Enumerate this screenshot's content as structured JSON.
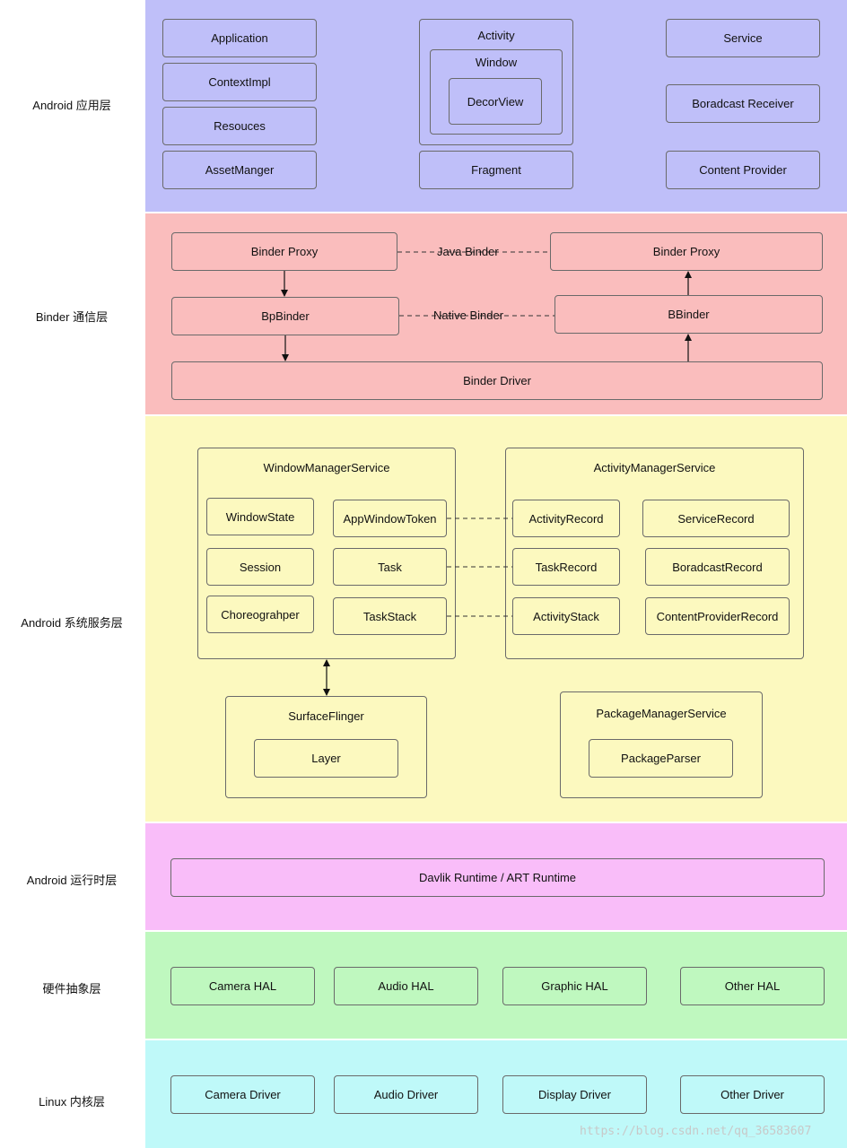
{
  "colors": {
    "app_layer": "#bfbff9",
    "binder_layer": "#fabdbd",
    "system_layer": "#fcf9bf",
    "runtime_layer": "#f9bdf9",
    "hal_layer": "#bff8bf",
    "kernel_layer": "#bff9f9",
    "border": "#6a6a6a"
  },
  "layers": {
    "app": "Android 应用层",
    "binder": "Binder 通信层",
    "system": "Android 系统服务层",
    "runtime": "Android 运行时层",
    "hal": "硬件抽象层",
    "kernel": "Linux 内核层"
  },
  "app_layer": {
    "application": "Application",
    "context_impl": "ContextImpl",
    "resources": "Resouces",
    "asset_manager": "AssetManger",
    "activity": "Activity",
    "window": "Window",
    "decor_view": "DecorView",
    "fragment": "Fragment",
    "service": "Service",
    "broadcast_receiver": "Boradcast Receiver",
    "content_provider": "Content Provider"
  },
  "binder_layer": {
    "binder_proxy_left": "Binder Proxy",
    "binder_proxy_right": "Binder Proxy",
    "java_binder": "Java Binder",
    "bp_binder": "BpBinder",
    "native_binder": "Native Binder",
    "b_binder": "BBinder",
    "binder_driver": "Binder Driver"
  },
  "system_layer": {
    "wms": {
      "title": "WindowManagerService",
      "window_state": "WindowState",
      "app_window_token": "AppWindowToken",
      "session": "Session",
      "task": "Task",
      "choreographer": "Choreograhper",
      "task_stack": "TaskStack"
    },
    "ams": {
      "title": "ActivityManagerService",
      "activity_record": "ActivityRecord",
      "service_record": "ServiceRecord",
      "task_record": "TaskRecord",
      "broadcast_record": "BoradcastRecord",
      "activity_stack": "ActivityStack",
      "content_provider_record": "ContentProviderRecord"
    },
    "surface_flinger": {
      "title": "SurfaceFlinger",
      "layer": "Layer"
    },
    "pms": {
      "title": "PackageManagerService",
      "package_parser": "PackageParser"
    }
  },
  "runtime_layer": {
    "runtime": "Davlik Runtime / ART Runtime"
  },
  "hal_layer": {
    "camera": "Camera HAL",
    "audio": "Audio HAL",
    "graphic": "Graphic HAL",
    "other": "Other HAL"
  },
  "kernel_layer": {
    "camera": "Camera Driver",
    "audio": "Audio Driver",
    "display": "Display Driver",
    "other": "Other Driver"
  },
  "watermark": "https://blog.csdn.net/qq_36583607"
}
